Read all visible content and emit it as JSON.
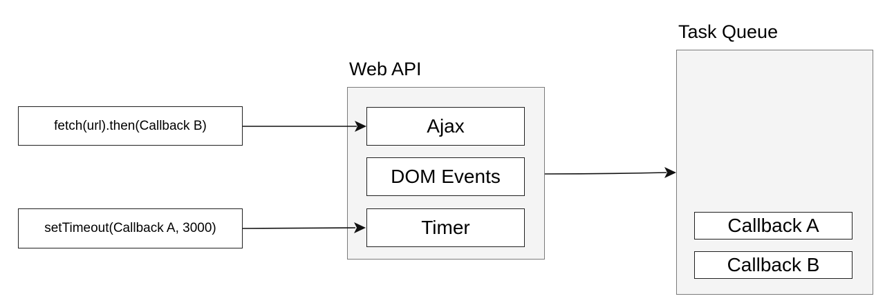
{
  "sources": {
    "fetch_label": "fetch(url).then(Callback B)",
    "settimeout_label": "setTimeout(Callback A, 3000)"
  },
  "web_api": {
    "title": "Web API",
    "items": [
      "Ajax",
      "DOM Events",
      "Timer"
    ]
  },
  "task_queue": {
    "title": "Task Queue",
    "callbacks": [
      "Callback A",
      "Callback B"
    ]
  }
}
